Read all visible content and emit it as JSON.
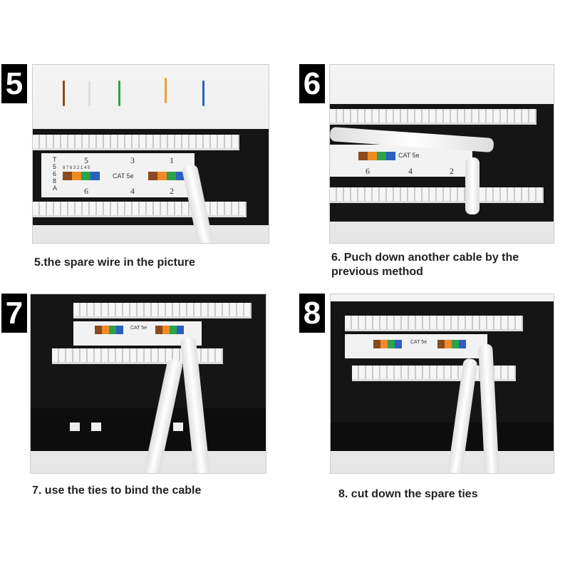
{
  "steps": [
    {
      "number": "5",
      "caption": "5.the spare wire in the picture"
    },
    {
      "number": "6",
      "caption_line1": "6. Puch down another  cable by the",
      "caption_line2": "previous method"
    },
    {
      "number": "7",
      "caption": "7. use the  ties to bind the cable"
    },
    {
      "number": "8",
      "caption": "8. cut down the spare ties"
    }
  ],
  "panel_label": {
    "standard": [
      "T",
      "5",
      "6",
      "8",
      "A"
    ],
    "top_ports": [
      "5",
      "3",
      "1"
    ],
    "bottom_ports": [
      "6",
      "4",
      "2"
    ],
    "pin_order": "8 7 6 3 2 1 4 5",
    "category": "CAT 5e"
  },
  "colors": {
    "brown": "#8b4a1e",
    "orange": "#f08a24",
    "green": "#2ca24a",
    "blue": "#2a5fc0",
    "badge": "#000000"
  }
}
